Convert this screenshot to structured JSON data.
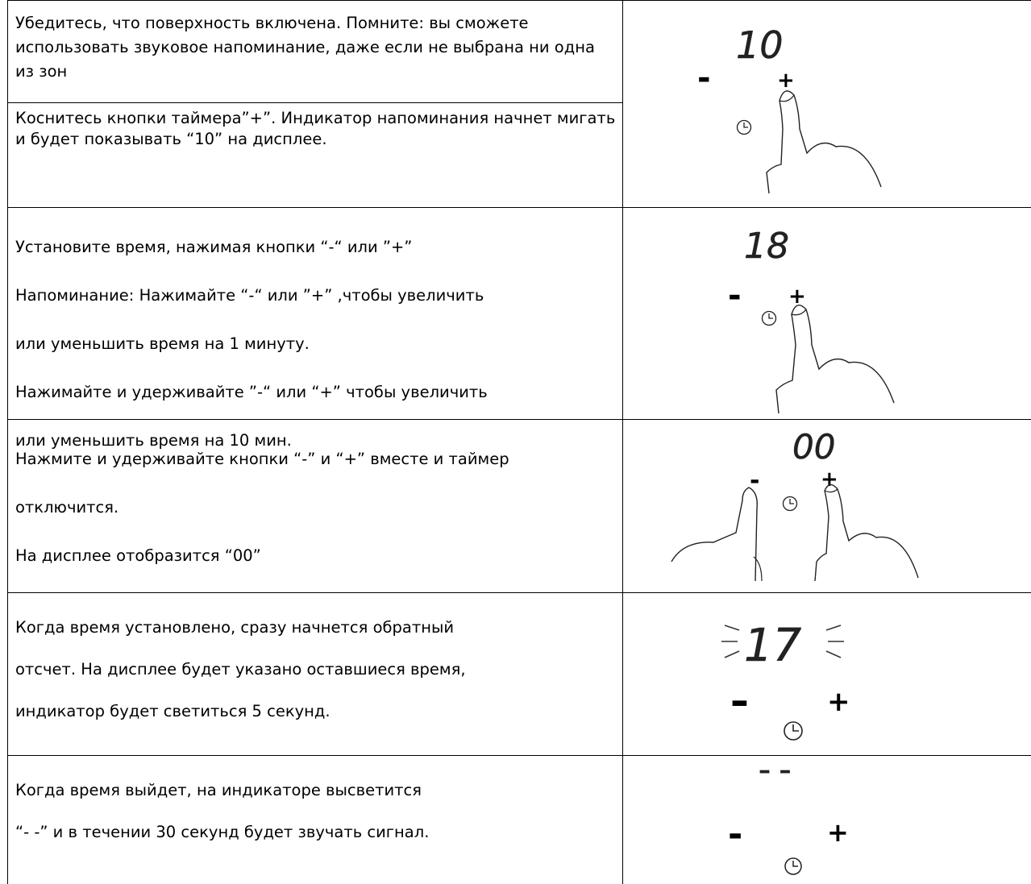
{
  "steps": [
    {
      "paragraphs": [
        "Убедитесь, что поверхность включена. Помните: вы сможете использовать звуковое напоминание, даже если не выбрана ни одна из зон",
        "Коснитесь кнопки таймера”+”.  Индикатор напоминания начнет мигать и будет показывать “10” на дисплее."
      ],
      "display": "10"
    },
    {
      "lines": [
        "Установите время, нажимая кнопки  “-“ или ”+”",
        "Напоминание: Нажимайте “-“ или ”+” ,чтобы увеличить",
        "или уменьшить время на 1 минуту.",
        "Нажимайте и удерживайте  ”-“ или “+” чтобы увеличить",
        "или уменьшить время на 10 мин."
      ],
      "display": "18"
    },
    {
      "lines": [
        "Нажмите и удерживайте кнопки “-” и “+” вместе и таймер",
        "отключится.",
        "На дисплее отобразится  “00”"
      ],
      "display": "00"
    },
    {
      "lines": [
        "Когда время установлено, сразу начнется обратный",
        "отсчет. На дисплее будет указано оставшиеся время,",
        "индикатор будет светиться 5 секунд."
      ],
      "display": "17"
    },
    {
      "lines": [
        "Когда время выйдет, на индикаторе высветится",
        " “- -” и в течении 30 секунд будет звучать сигнал."
      ],
      "display": "– –"
    }
  ],
  "controls": {
    "minus": "-",
    "plus": "+"
  },
  "icons": [
    "clock-icon",
    "finger-icon"
  ]
}
